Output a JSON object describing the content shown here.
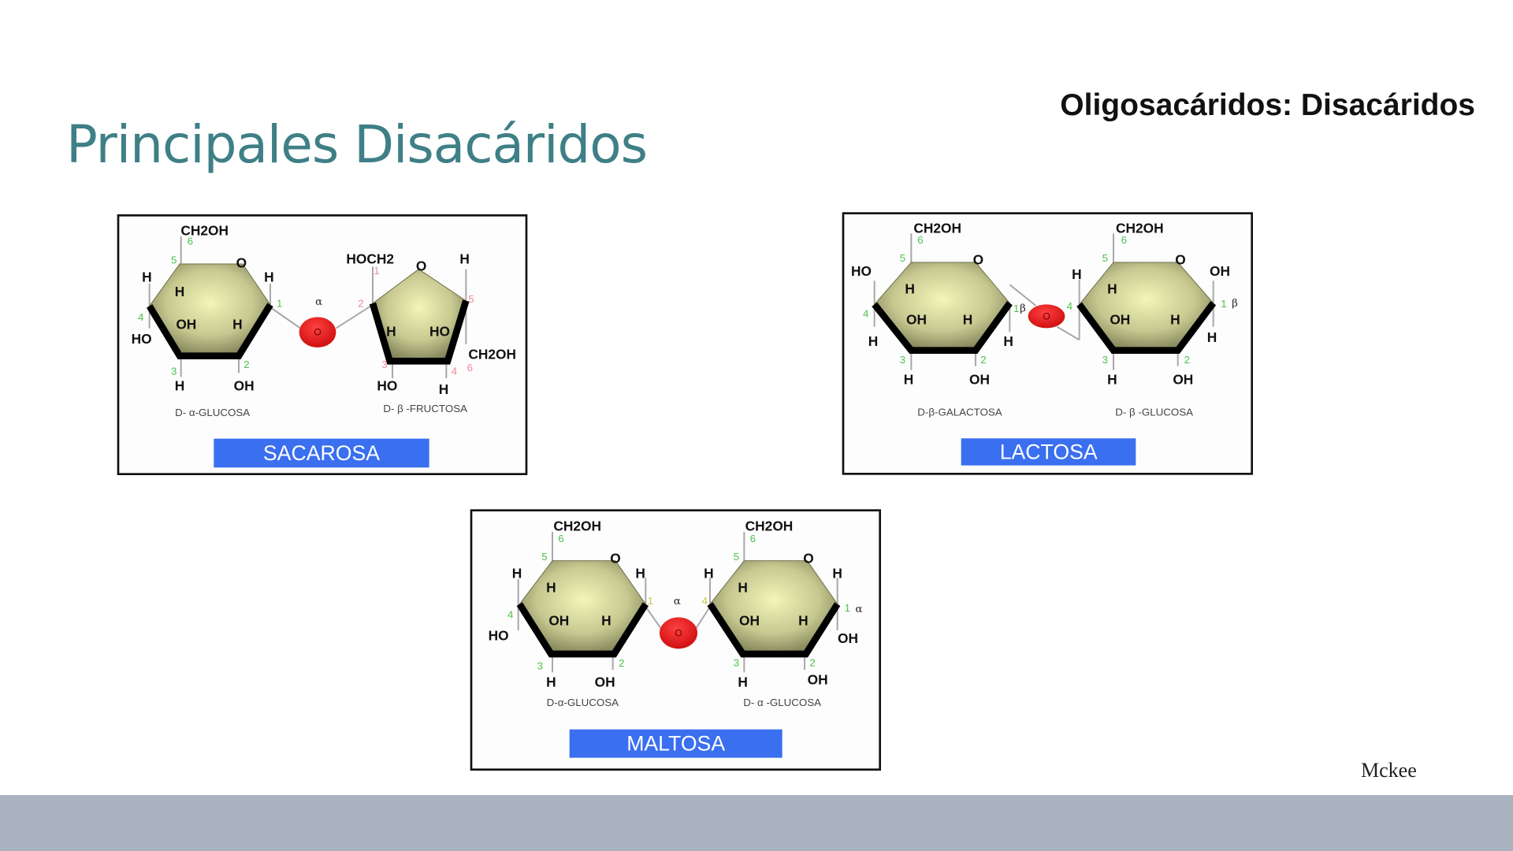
{
  "slide": {
    "title": "Principales Disacáridos",
    "subtitle": "Oligosacáridos: Disacáridos",
    "credit": "Mckee"
  },
  "colors": {
    "title": "#3f7f86",
    "name_banner": "#3a6ff0",
    "oxygen_bridge": "#d01010",
    "carbon_number_glucose": "#4cc24c",
    "carbon_number_fructose": "#f08a9a",
    "footer_bar": "#a9b3c0"
  },
  "diagrams": {
    "sacarosa": {
      "name": "SACAROSA",
      "sugars": [
        "D- α-GLUCOSA",
        "D- β -FRUCTOSA"
      ],
      "bond": "α",
      "linker": "O",
      "labels": [
        "CH2OH",
        "O",
        "H",
        "H",
        "H",
        "OH",
        "H",
        "HO",
        "H",
        "OH",
        "HOCH2",
        "O",
        "H",
        "H",
        "HO",
        "CH2OH",
        "HO",
        "H",
        "6",
        "5",
        "4",
        "1",
        "3",
        "2",
        "1",
        "2",
        "5",
        "3",
        "4",
        "6"
      ]
    },
    "lactosa": {
      "name": "LACTOSA",
      "sugars": [
        "D-β-GALACTOSA",
        "D- β -GLUCOSA"
      ],
      "linker": "O",
      "labels": [
        "CH2OH",
        "O",
        "HO",
        "H",
        "OH",
        "H",
        "H",
        "H",
        "H",
        "OH",
        "CH2OH",
        "O",
        "H",
        "OH",
        "H",
        "OH",
        "H",
        "H",
        "H",
        "OH",
        "6",
        "5",
        "4",
        "1",
        "3",
        "2",
        "6",
        "5",
        "4",
        "1",
        "3",
        "2",
        "β",
        "β"
      ]
    },
    "maltosa": {
      "name": "MALTOSA",
      "sugars": [
        "D-α-GLUCOSA",
        "D- α -GLUCOSA"
      ],
      "bond": "α",
      "linker": "O",
      "labels": [
        "CH2OH",
        "O",
        "H",
        "H",
        "H",
        "OH",
        "H",
        "HO",
        "H",
        "OH",
        "CH2OH",
        "O",
        "H",
        "H",
        "H",
        "OH",
        "H",
        "OH",
        "H",
        "OH",
        "6",
        "5",
        "4",
        "3",
        "2",
        "6",
        "5",
        "3",
        "2",
        "1",
        "1",
        "4",
        "α"
      ]
    }
  }
}
